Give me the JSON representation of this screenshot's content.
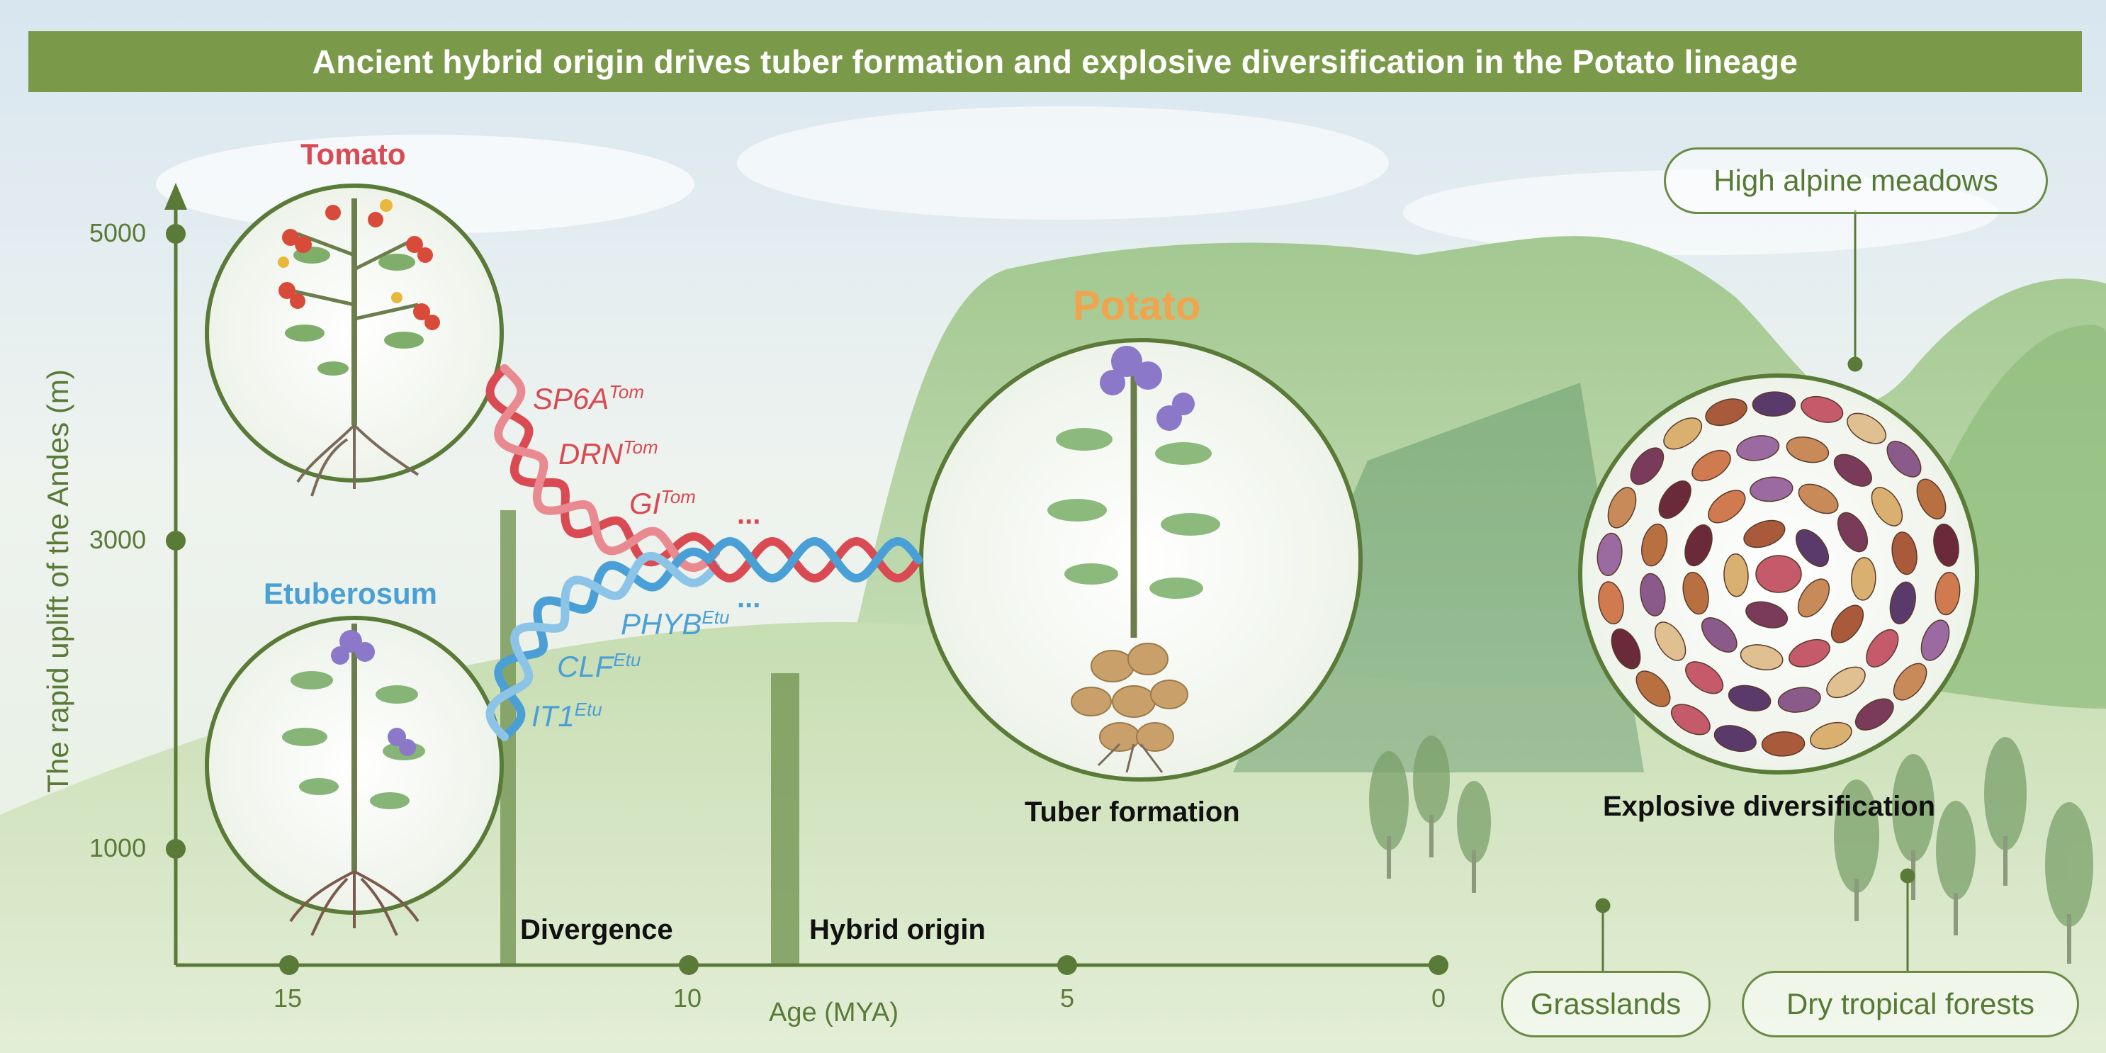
{
  "title": "Ancient hybrid origin drives tuber formation and explosive diversification in the Potato lineage",
  "y_axis": {
    "label": "The rapid uplift of the Andes (m)",
    "ticks": [
      "5000",
      "3000",
      "1000"
    ]
  },
  "x_axis": {
    "label": "Age (MYA)",
    "ticks": [
      "15",
      "10",
      "5",
      "0"
    ]
  },
  "species": {
    "tomato": "Tomato",
    "etuberosum": "Etuberosum",
    "potato": "Potato"
  },
  "genes_tomato": [
    {
      "name": "SP6A",
      "sup": "Tom"
    },
    {
      "name": "DRN",
      "sup": "Tom"
    },
    {
      "name": "GI",
      "sup": "Tom"
    }
  ],
  "genes_etuberosum": [
    {
      "name": "PHYB",
      "sup": "Etu"
    },
    {
      "name": "CLF",
      "sup": "Etu"
    },
    {
      "name": "IT1",
      "sup": "Etu"
    }
  ],
  "ellipsis": "...",
  "events": {
    "divergence": "Divergence",
    "hybrid_origin": "Hybrid origin"
  },
  "outcomes": {
    "tuber_formation": "Tuber formation",
    "explosive_diversification": "Explosive diversification"
  },
  "habitats": {
    "alpine": "High alpine meadows",
    "grasslands": "Grasslands",
    "dry_forests": "Dry tropical forests"
  },
  "colors": {
    "tomato": "#d94a52",
    "etuberosum": "#4aa0d6",
    "potato": "#f2a34e",
    "axis": "#5a7a38",
    "title_bar": "#7a9a4a"
  }
}
